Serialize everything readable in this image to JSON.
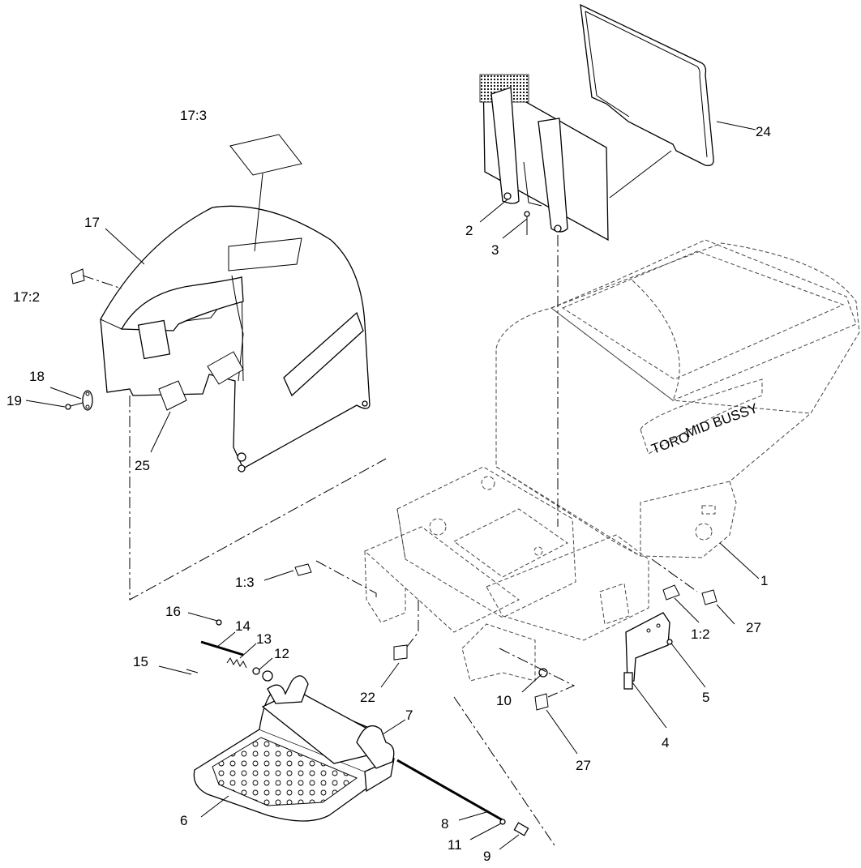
{
  "callouts": [
    {
      "id": "c-17-3",
      "label": "17:3"
    },
    {
      "id": "c-17",
      "label": "17"
    },
    {
      "id": "c-17-2",
      "label": "17:2"
    },
    {
      "id": "c-18",
      "label": "18"
    },
    {
      "id": "c-19",
      "label": "19"
    },
    {
      "id": "c-25",
      "label": "25"
    },
    {
      "id": "c-24",
      "label": "24"
    },
    {
      "id": "c-2",
      "label": "2"
    },
    {
      "id": "c-3",
      "label": "3"
    },
    {
      "id": "c-1",
      "label": "1"
    },
    {
      "id": "c-1-3",
      "label": "1:3"
    },
    {
      "id": "c-1-2",
      "label": "1:2"
    },
    {
      "id": "c-27a",
      "label": "27"
    },
    {
      "id": "c-16",
      "label": "16"
    },
    {
      "id": "c-14",
      "label": "14"
    },
    {
      "id": "c-13",
      "label": "13"
    },
    {
      "id": "c-12",
      "label": "12"
    },
    {
      "id": "c-15",
      "label": "15"
    },
    {
      "id": "c-22",
      "label": "22"
    },
    {
      "id": "c-10",
      "label": "10"
    },
    {
      "id": "c-5",
      "label": "5"
    },
    {
      "id": "c-7",
      "label": "7"
    },
    {
      "id": "c-4",
      "label": "4"
    },
    {
      "id": "c-27b",
      "label": "27"
    },
    {
      "id": "c-6",
      "label": "6"
    },
    {
      "id": "c-8",
      "label": "8"
    },
    {
      "id": "c-11",
      "label": "11"
    },
    {
      "id": "c-9",
      "label": "9"
    }
  ],
  "hopper_logo": "TORO",
  "hopper_model": "MID BUSSY"
}
